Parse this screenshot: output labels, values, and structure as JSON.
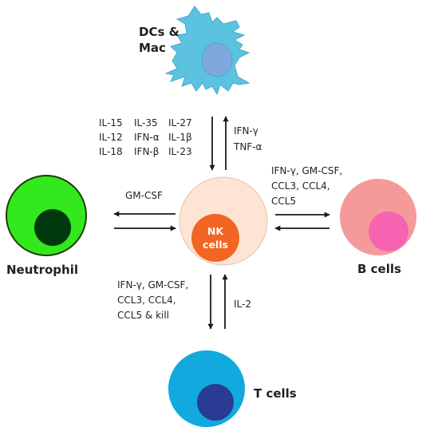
{
  "cells": {
    "dc": {
      "label_line1": "DCs &",
      "label_line2": "Mac",
      "color_body": "#5bc2e0",
      "color_nucleus": "#7fa8dc"
    },
    "nk": {
      "label_line1": "NK",
      "label_line2": "cells",
      "color_outer": "#fde4d4",
      "color_nucleus": "#f26522"
    },
    "neutrophil": {
      "label": "Neutrophil",
      "color_outer": "#33e81d",
      "color_nucleus": "#00390d"
    },
    "bcell": {
      "label": "B cells",
      "color_outer": "#f49a9b",
      "color_nucleus": "#f762b1"
    },
    "tcell": {
      "label": "T cells",
      "color_outer": "#11a9de",
      "color_nucleus": "#2a3b94"
    }
  },
  "signals": {
    "dc_to_nk": {
      "row1": [
        "IL-15",
        "IL-35",
        "IL-27"
      ],
      "row2": [
        "IL-12",
        "IFN-α",
        "IL-1β"
      ],
      "row3": [
        "IL-18",
        "IFN-β",
        "IL-23"
      ]
    },
    "nk_to_dc": [
      "IFN-γ",
      "TNF-α"
    ],
    "neutrophil": [
      "GM-CSF"
    ],
    "bcell": [
      "IFN-γ, GM-CSF,",
      "CCL3, CCL4,",
      "CCL5"
    ],
    "tcell_from_nk": [
      "IFN-γ, GM-CSF,",
      "CCL3, CCL4,",
      "CCL5 & kill"
    ],
    "tcell_to_nk": [
      "IL-2"
    ]
  }
}
